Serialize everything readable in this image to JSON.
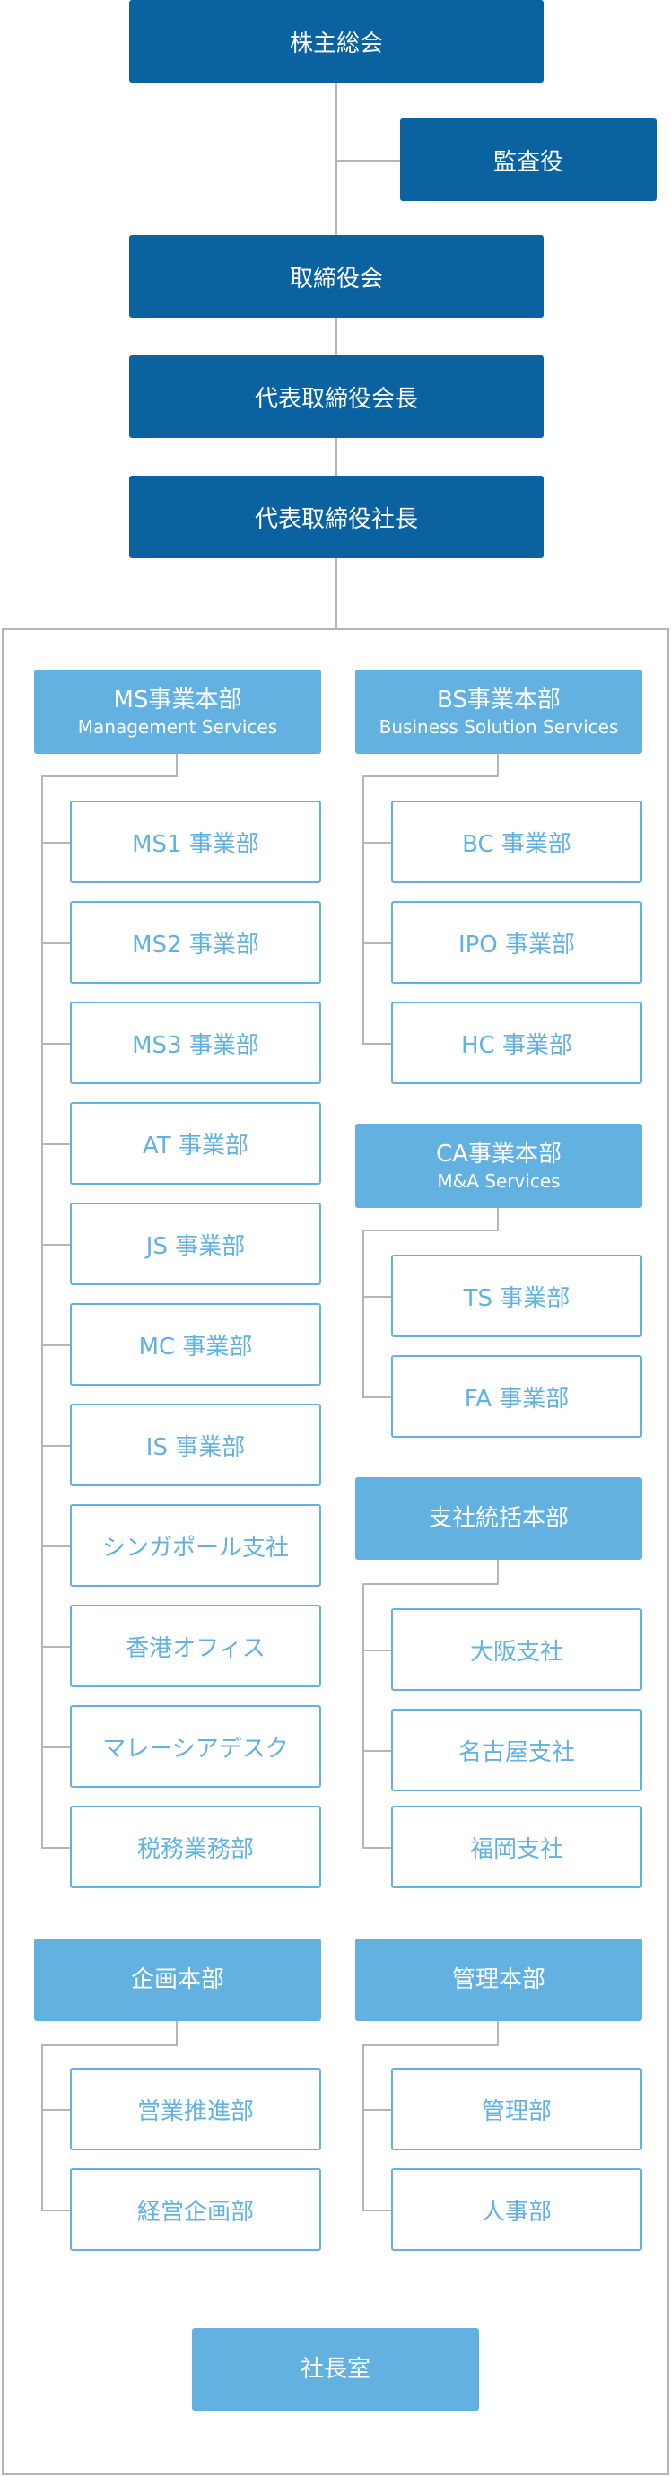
{
  "executive": {
    "shareholders": "株主総会",
    "auditor": "監査役",
    "board": "取締役会",
    "chairman": "代表取締役会長",
    "president": "代表取締役社長"
  },
  "divisions": {
    "ms": {
      "title": "MS事業本部",
      "subtitle": "Management Services",
      "units": [
        "MS1 事業部",
        "MS2 事業部",
        "MS3 事業部",
        "AT 事業部",
        "JS 事業部",
        "MC 事業部",
        "IS 事業部",
        "シンガポール支社",
        "香港オフィス",
        "マレーシアデスク",
        "税務業務部"
      ]
    },
    "bs": {
      "title": "BS事業本部",
      "subtitle": "Business Solution Services",
      "units": [
        "BC 事業部",
        "IPO 事業部",
        "HC 事業部"
      ]
    },
    "ca": {
      "title": "CA事業本部",
      "subtitle": "M&A Services",
      "units": [
        "TS 事業部",
        "FA 事業部"
      ]
    },
    "branch": {
      "title": "支社統括本部",
      "units": [
        "大阪支社",
        "名古屋支社",
        "福岡支社"
      ]
    },
    "planning": {
      "title": "企画本部",
      "units": [
        "営業推進部",
        "経営企画部"
      ]
    },
    "admin": {
      "title": "管理本部",
      "units": [
        "管理部",
        "人事部"
      ]
    }
  },
  "presidents_office": "社長室"
}
